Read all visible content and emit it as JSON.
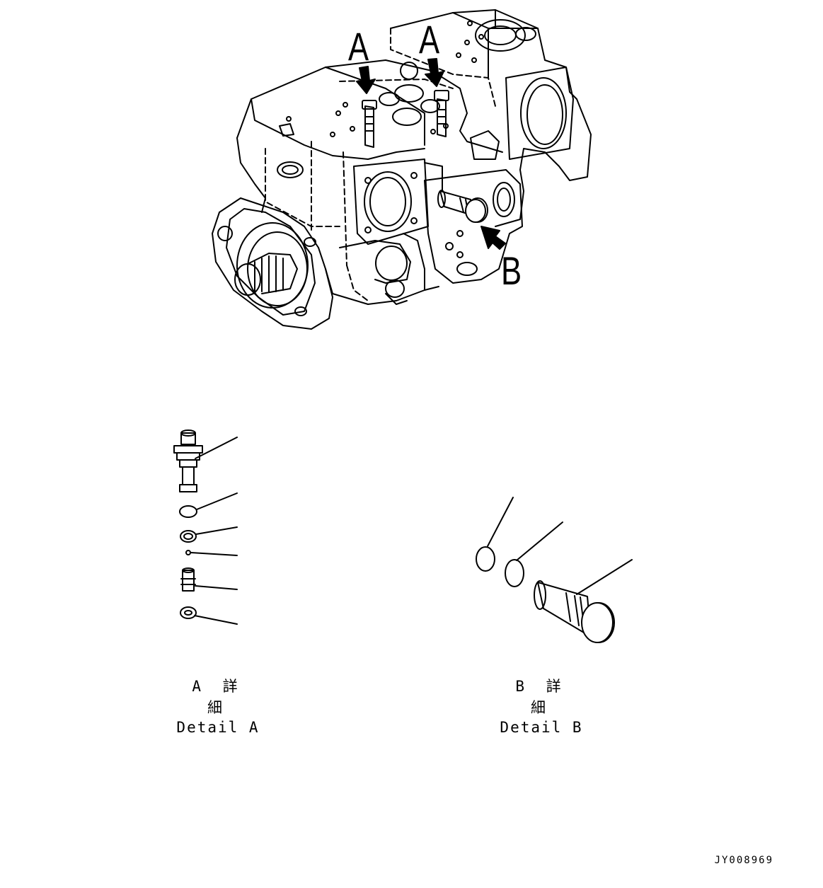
{
  "callouts": {
    "a_left": "A",
    "a_right": "A",
    "b": "B"
  },
  "details": {
    "a": {
      "jp": "A 詳 細",
      "en": "Detail A"
    },
    "b": {
      "jp": "B 詳 細",
      "en": "Detail B"
    }
  },
  "drawing_id": "JY008969",
  "colors": {
    "ink": "#000000",
    "paper": "#ffffff"
  }
}
